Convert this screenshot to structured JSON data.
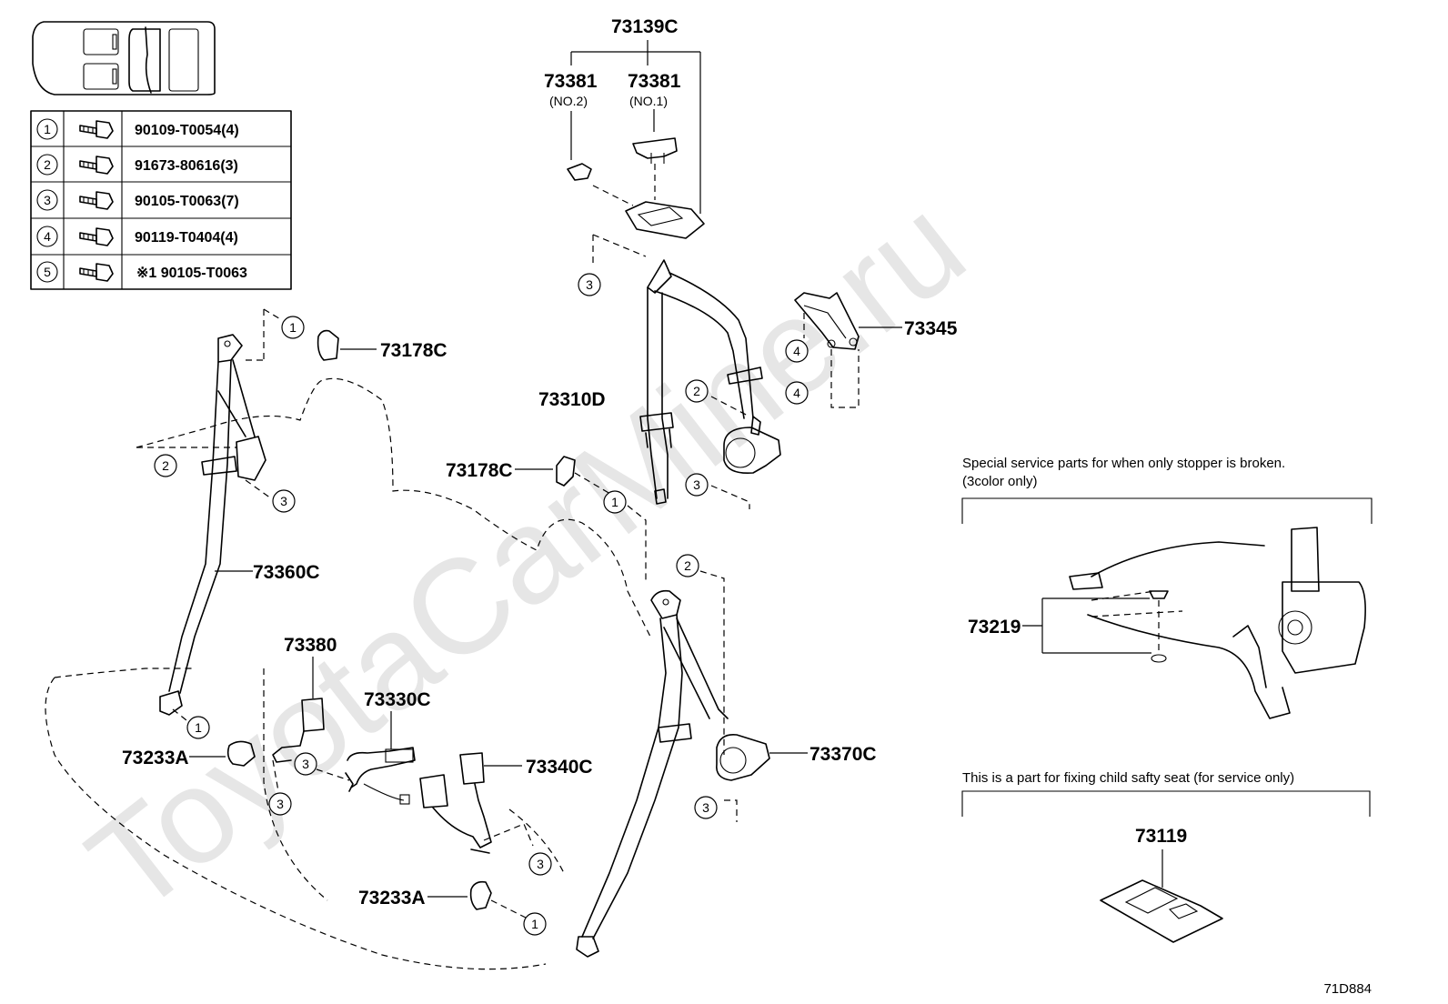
{
  "watermark": "ToyotaCarMine.ru",
  "diagram_code": "71D884",
  "bolt_table": [
    {
      "num": "1",
      "code": "90109-T0054(4)",
      "icon": "bolt-icon"
    },
    {
      "num": "2",
      "code": "91673-80616(3)",
      "icon": "bolt-icon"
    },
    {
      "num": "3",
      "code": "90105-T0063(7)",
      "icon": "bolt-icon"
    },
    {
      "num": "4",
      "code": "90119-T0404(4)",
      "icon": "bolt-icon"
    },
    {
      "num": "5",
      "code": "※1 90105-T0063",
      "icon": "bolt-icon"
    }
  ],
  "parts": {
    "p73139C": "73139C",
    "p73381_no2": "73381",
    "p73381_no2_sub": "(NO.2)",
    "p73381_no1": "73381",
    "p73381_no1_sub": "(NO.1)",
    "p73345": "73345",
    "p73310D": "73310D",
    "p73178C_upper": "73178C",
    "p73178C_mid": "73178C",
    "p73360C": "73360C",
    "p73380": "73380",
    "p73330C": "73330C",
    "p73340C": "73340C",
    "p73233A_left": "73233A",
    "p73233A_bottom": "73233A",
    "p73370C": "73370C",
    "p73219": "73219",
    "p73119": "73119"
  },
  "callouts": {
    "c1a": "1",
    "c1b": "1",
    "c1c": "1",
    "c1d": "1",
    "c2a": "2",
    "c2b": "2",
    "c2c": "2",
    "c3a": "3",
    "c3b": "3",
    "c3c": "3",
    "c3d": "3",
    "c3e": "3",
    "c3f": "3",
    "c4a": "4",
    "c4b": "4"
  },
  "notes": {
    "stopper_line1": "Special service parts for when only stopper is broken.",
    "stopper_line2": "(3color only)",
    "child_seat": "This is a part for fixing child safty seat (for service only)"
  }
}
